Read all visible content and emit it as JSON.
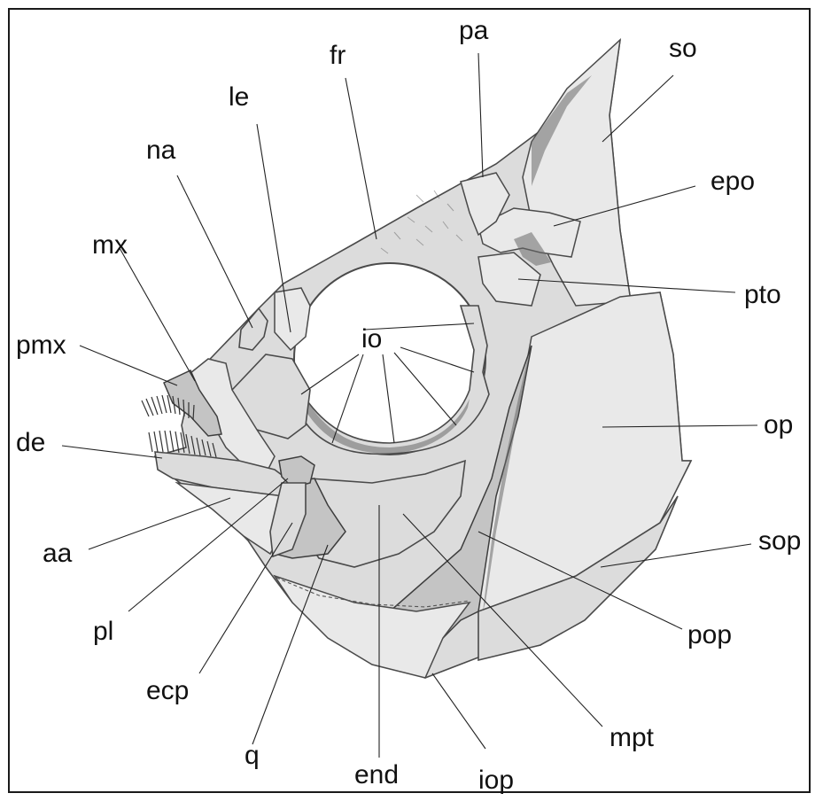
{
  "labels": {
    "pa": "pa",
    "so": "so",
    "fr": "fr",
    "le": "le",
    "epo": "epo",
    "na": "na",
    "mx": "mx",
    "pto": "pto",
    "io": "io",
    "pmx": "pmx",
    "op": "op",
    "de": "de",
    "sop": "sop",
    "aa": "aa",
    "pop": "pop",
    "pl": "pl",
    "ecp": "ecp",
    "mpt": "mpt",
    "q": "q",
    "end": "end",
    "iop": "iop"
  }
}
